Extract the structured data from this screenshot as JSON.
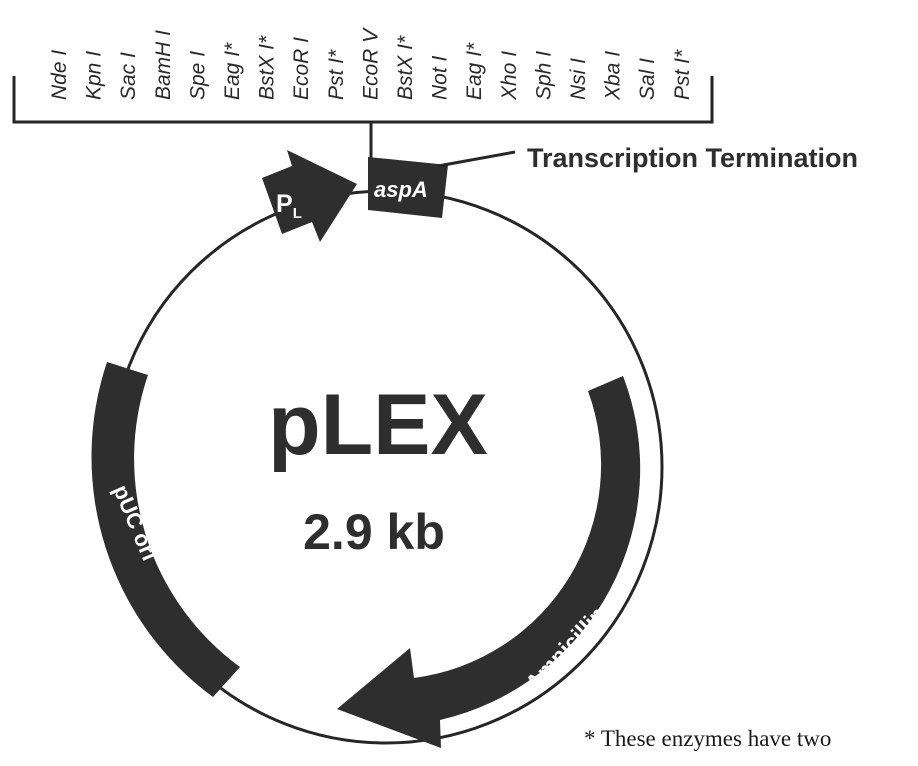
{
  "enzymes": [
    "Nde I",
    "Kpn I",
    "Sac I",
    "BamH I",
    "Spe I",
    "Eag I*",
    "BstX I*",
    "EcoR I",
    "Pst I*",
    "EcoR V",
    "BstX I*",
    "Not I",
    "Eag I*",
    "Xho I",
    "Sph I",
    "Nsi I",
    "Xba I",
    "Sal I",
    "Pst I*"
  ],
  "plasmid": {
    "name": "pLEX",
    "size": "2.9 kb"
  },
  "features": {
    "promoter": {
      "main": "P",
      "sub": "L"
    },
    "terminator_gene": "aspA",
    "terminator_label": "Transcription Termination",
    "resistance": "Ampicillin",
    "origin": "pUC ori"
  },
  "footnote": "* These enzymes have two",
  "colors": {
    "feature_fill": "#2e2e2e",
    "line": "#262626",
    "background": "#ffffff"
  }
}
